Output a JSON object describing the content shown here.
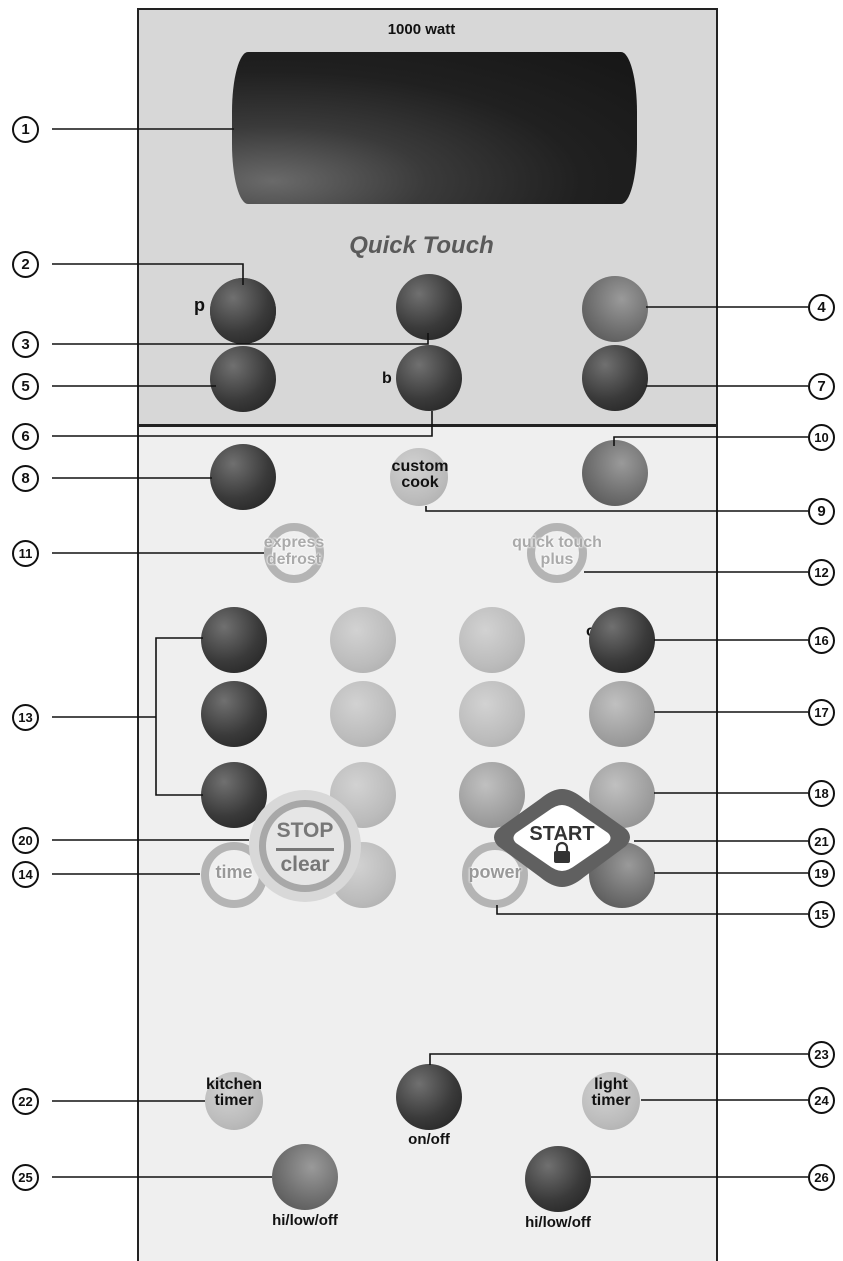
{
  "panel": {
    "wattage": "1000 watt",
    "brand": "Quick Touch"
  },
  "buttons": {
    "top_left_label": "p          n",
    "mid_label": "b          e",
    "custom_cook": [
      "custom",
      "cook"
    ],
    "express_defrost": [
      "express",
      "defrost"
    ],
    "quick_touch_plus": [
      "quick touch",
      "plus"
    ],
    "keypad_label": "o          n",
    "time": "time",
    "power": "power",
    "stop": "STOP",
    "clear": "clear",
    "start": "START",
    "kitchen_timer": [
      "kitchen",
      "timer"
    ],
    "light_timer": [
      "light",
      "timer"
    ],
    "on_off": "on/off",
    "hi_low_off_left": "hi/low/off",
    "hi_low_off_right": "hi/low/off"
  },
  "callouts": [
    "1",
    "2",
    "3",
    "4",
    "5",
    "6",
    "7",
    "8",
    "9",
    "10",
    "11",
    "12",
    "13",
    "14",
    "15",
    "16",
    "17",
    "18",
    "19",
    "20",
    "21",
    "22",
    "23",
    "24",
    "25",
    "26"
  ]
}
